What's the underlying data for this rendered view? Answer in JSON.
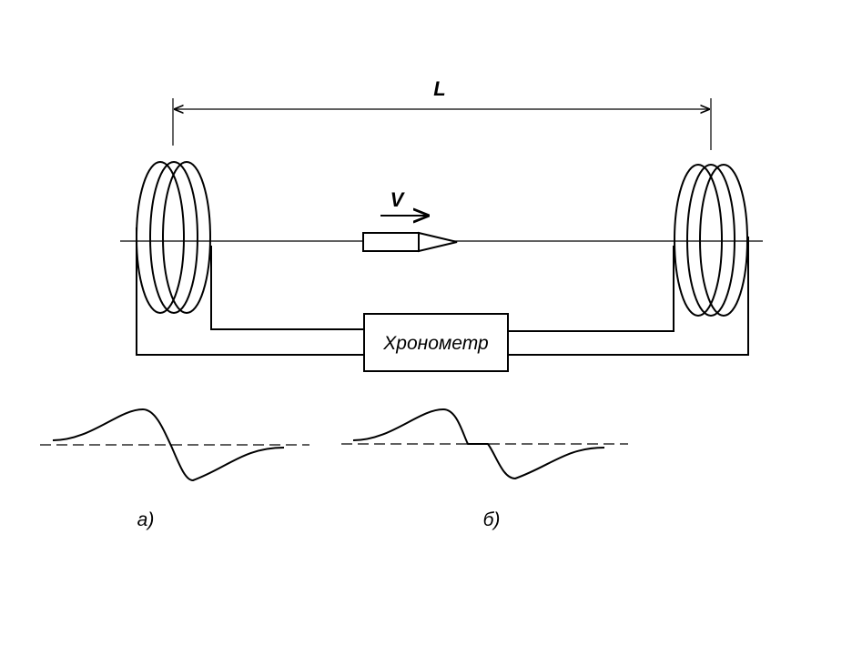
{
  "labels": {
    "distance": "L",
    "velocity": "V",
    "chronometer": "Хронометр",
    "waveform_a": "а)",
    "waveform_b": "б)"
  }
}
